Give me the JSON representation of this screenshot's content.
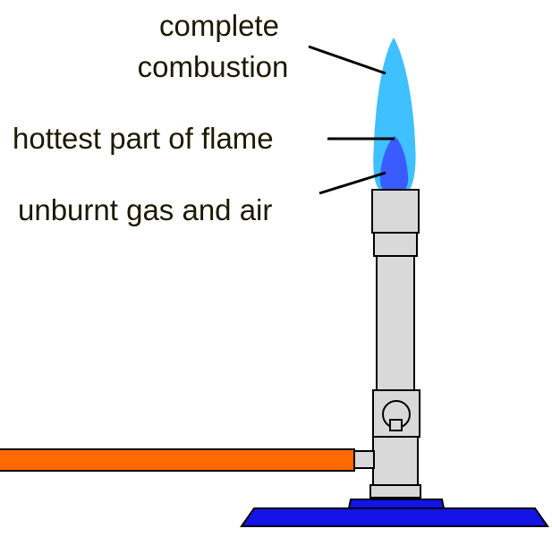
{
  "labels": {
    "complete_line1": "complete",
    "complete_line2": "combustion",
    "hottest": "hottest part of flame",
    "unburnt": "unburnt gas and air"
  },
  "colors": {
    "outer_flame": "#3fc0ff",
    "inner_flame": "#3a5cff",
    "metal": "#d9d9d9",
    "gas_hose": "#ff6a00",
    "base": "#1414e6",
    "text": "#1a1a00",
    "outline": "#000000"
  }
}
